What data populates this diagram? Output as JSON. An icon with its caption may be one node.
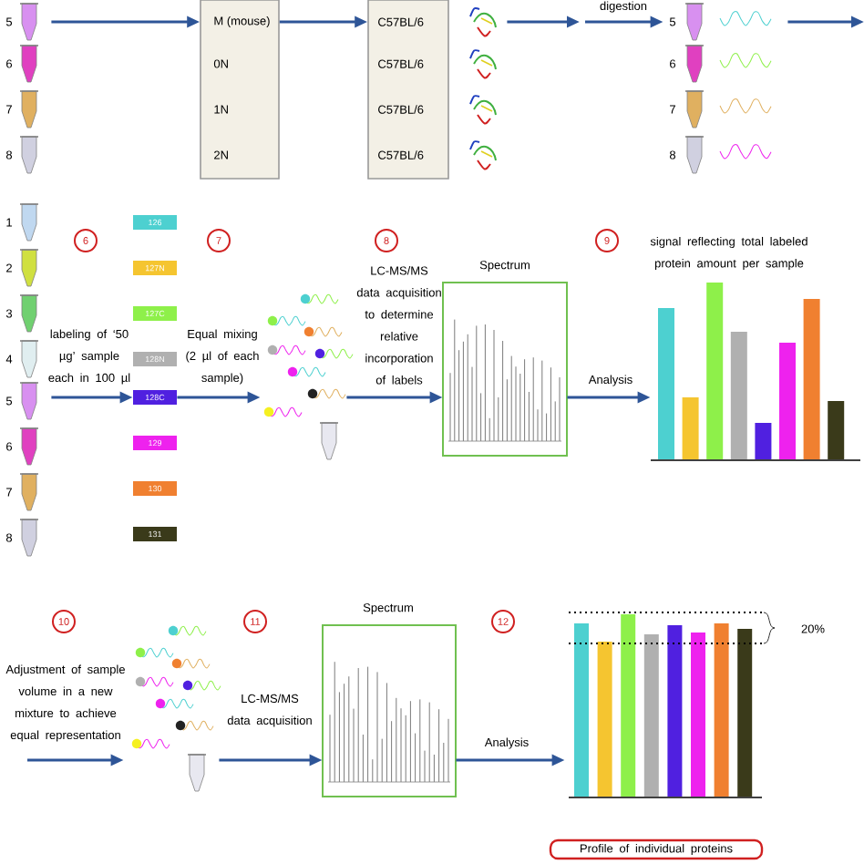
{
  "diagram": {
    "nodes": [
      {
        "text": [],
        "shape": "picture",
        "beside": [
          "5",
          "6",
          "7",
          "8"
        ]
      },
      {
        "text": [
          "M (mouse)",
          "0N",
          "1N",
          "2N"
        ]
      },
      {
        "text": [
          "C57BL/6",
          "C57BL/6",
          "C57BL/6",
          "C57BL/6"
        ]
      },
      {
        "text": [],
        "shape": "picture"
      },
      {
        "text": [],
        "shape": "picture",
        "beside": [
          "5",
          "6",
          "7",
          "8"
        ]
      },
      {
        "text": [],
        "shape": "picture",
        "beside": [
          "1",
          "2",
          "3",
          "4",
          "5",
          "6",
          "7",
          "8"
        ]
      },
      {
        "text": [
          "126"
        ]
      },
      {
        "text": [
          "127N"
        ]
      },
      {
        "text": [
          "127C"
        ]
      },
      {
        "text": [
          "128N"
        ]
      },
      {
        "text": [
          "128C"
        ]
      },
      {
        "text": [
          "129"
        ]
      },
      {
        "text": [
          "130"
        ]
      },
      {
        "text": [
          "131"
        ]
      },
      {
        "text": [],
        "shape": "picture"
      },
      {
        "text": [],
        "shape": "picture",
        "beside": [
          "Spectrum"
        ]
      },
      {
        "text": [],
        "shape": "picture"
      },
      {
        "text": [],
        "shape": "picture"
      },
      {
        "text": [],
        "shape": "picture",
        "beside": [
          "Spectrum"
        ]
      },
      {
        "text": [],
        "shape": "picture",
        "beside": [
          "20%"
        ]
      },
      {
        "text": [
          "Profile of individual proteins"
        ]
      }
    ],
    "edges": [
      {
        "from": 0,
        "to": 1,
        "arrow": "to"
      },
      {
        "from": 1,
        "to": 2,
        "arrow": "to"
      },
      {
        "from": 3,
        "to": null,
        "arrow": "to"
      },
      {
        "from": null,
        "to": 4,
        "arrow": "to",
        "label": "digestion"
      },
      {
        "from": 4,
        "to": null,
        "arrow": "to"
      },
      {
        "from": 5,
        "to": 10,
        "arrow": "to",
        "label": "labeling of ‘50 µg’ sample each in 100 µl"
      },
      {
        "from": 10,
        "to": 14,
        "arrow": "to",
        "label": "Equal mixing (2 µl of each sample)"
      },
      {
        "from": 14,
        "to": 15,
        "arrow": "to",
        "label": "LC-MS/MS data acquisition to determine relative incorporation of labels"
      },
      {
        "from": 15,
        "to": 16,
        "arrow": "to",
        "label": "Analysis"
      },
      {
        "from": null,
        "to": 17,
        "arrow": "to",
        "label": "Adjustment of sample volume in a new mixture to achieve equal representation"
      },
      {
        "from": 17,
        "to": 18,
        "arrow": "to",
        "label": "LC-MS/MS data acquisition"
      },
      {
        "from": 18,
        "to": 19,
        "arrow": "to",
        "label": "Analysis"
      }
    ],
    "labels": [
      "6",
      "7",
      "8",
      "9",
      "signal reflecting total labeled protein amount per sample",
      "10",
      "11",
      "12"
    ]
  }
}
